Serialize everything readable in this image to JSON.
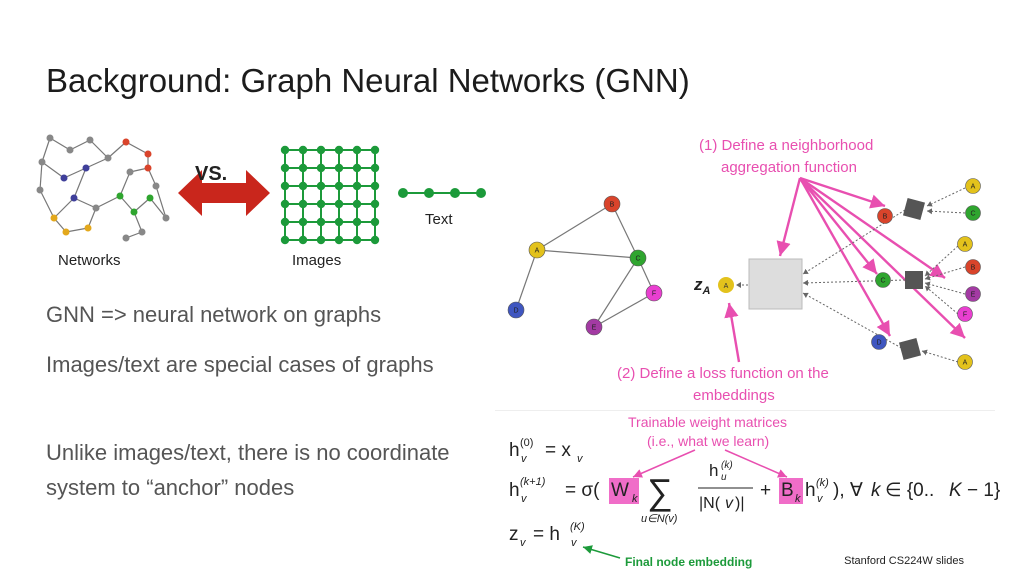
{
  "slide": {
    "title": "Background: Graph Neural Networks (GNN)",
    "bullets": [
      "GNN => neural network on graphs",
      "Images/text are special cases of graphs",
      "Unlike images/text, there is no coordinate system to “anchor” nodes"
    ],
    "credit": "Stanford CS224W slides"
  },
  "figure_left": {
    "vs_label": "VS.",
    "labels": {
      "networks": "Networks",
      "images": "Images",
      "text": "Text"
    }
  },
  "graph": {
    "nodes": [
      "A",
      "B",
      "C",
      "D",
      "E",
      "F"
    ],
    "embedding_label_main": "z",
    "embedding_label_sub": "A",
    "annotation_1": [
      "(1) Define a neighborhood",
      "aggregation function"
    ],
    "annotation_2": [
      "(2) Define a loss function on the",
      "embeddings"
    ]
  },
  "equations": {
    "annotation_trainable": [
      "Trainable weight matrices",
      "(i.e., what we learn)"
    ],
    "annotation_final": "Final node embedding"
  },
  "colors": {
    "node_A": "#e3c21c",
    "node_B": "#d9442b",
    "node_C": "#2fa52f",
    "node_D": "#3f56c0",
    "node_E": "#a33aa3",
    "node_F": "#e93fd0",
    "pink": "#e84fb0",
    "green_grid": "#1c9a3a",
    "red_arrow": "#c9261c"
  }
}
